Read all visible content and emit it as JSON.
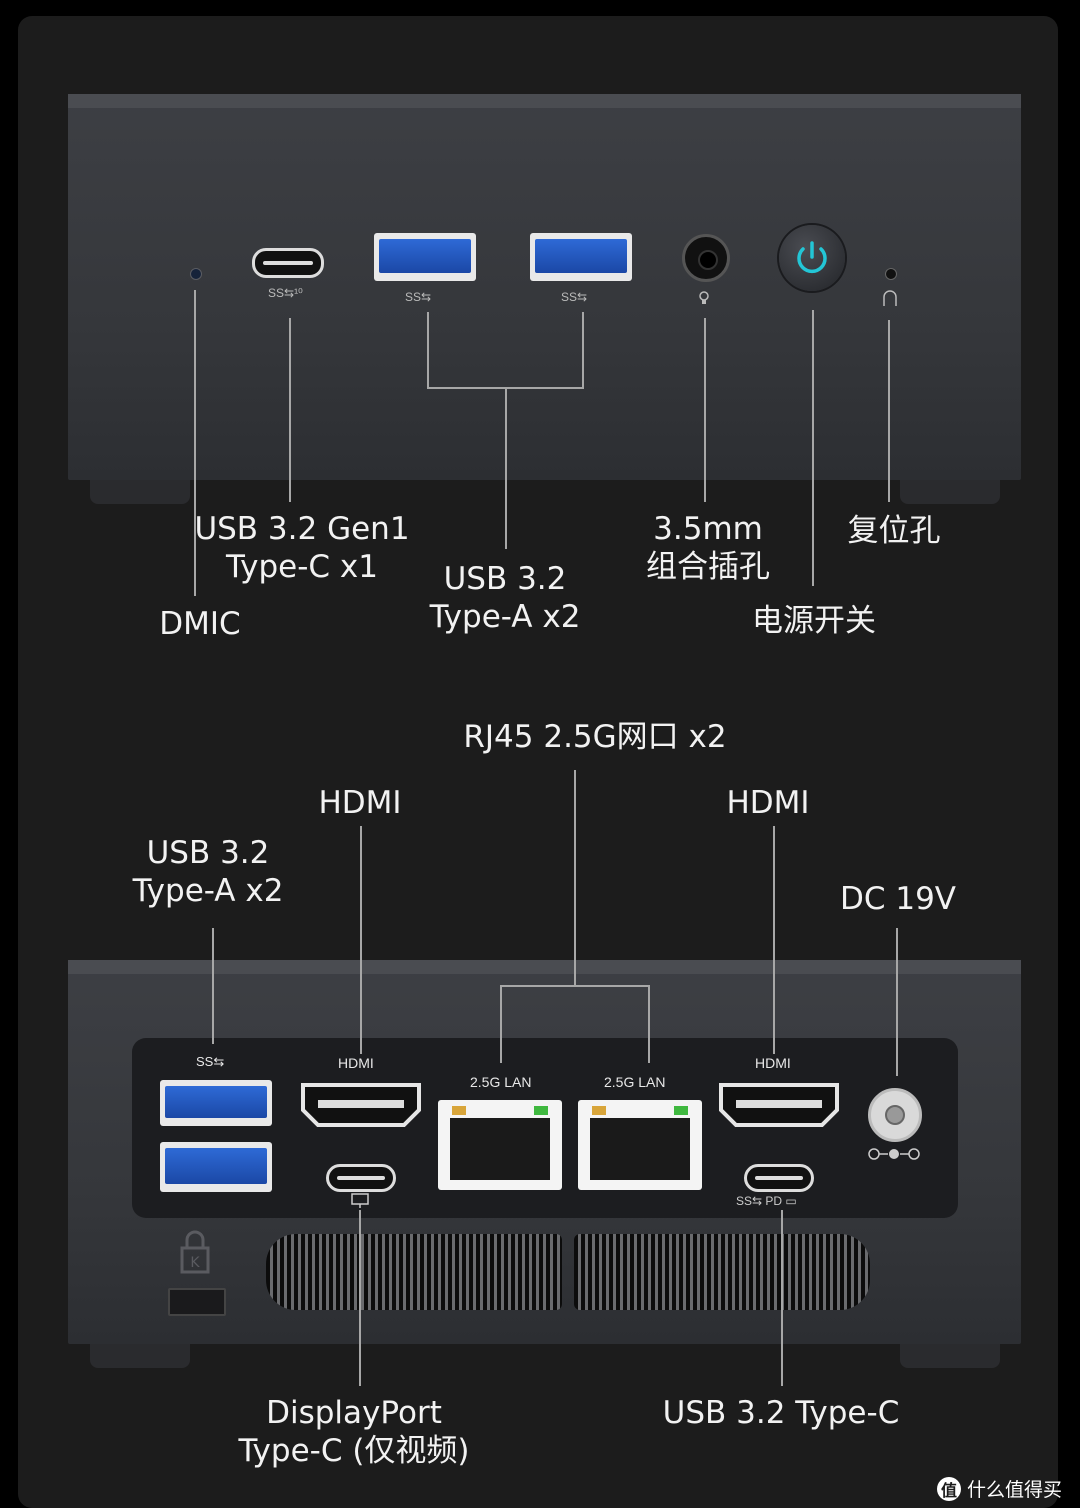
{
  "front": {
    "labels": {
      "usb_c": [
        "USB 3.2 Gen1",
        "Type-C x1"
      ],
      "usb_a": [
        "USB 3.2",
        "Type-A x2"
      ],
      "audio": [
        "3.5mm",
        "组合插孔"
      ],
      "reset": "复位孔",
      "dmic": "DMIC",
      "power": "电源开关"
    },
    "power_accent": "#23c6d6"
  },
  "rear": {
    "labels": {
      "usb_a": [
        "USB 3.2",
        "Type-A x2"
      ],
      "hdmi_left": "HDMI",
      "lan": "RJ45 2.5G网口 x2",
      "hdmi_right": "HDMI",
      "dc": "DC 19V",
      "displayport": [
        "DisplayPort",
        "Type-C (仅视频)"
      ],
      "usb_c": "USB 3.2 Type-C"
    },
    "port_text": {
      "hdmi_left": "HDMI",
      "lan1": "2.5G LAN",
      "lan2": "2.5G LAN",
      "hdmi_right": "HDMI"
    },
    "usb_color": "#2e6ad6",
    "lan_led_colors": [
      "#d8a53a",
      "#3fb83f"
    ]
  },
  "watermark": {
    "logo": "值",
    "text": "什么值得买"
  }
}
